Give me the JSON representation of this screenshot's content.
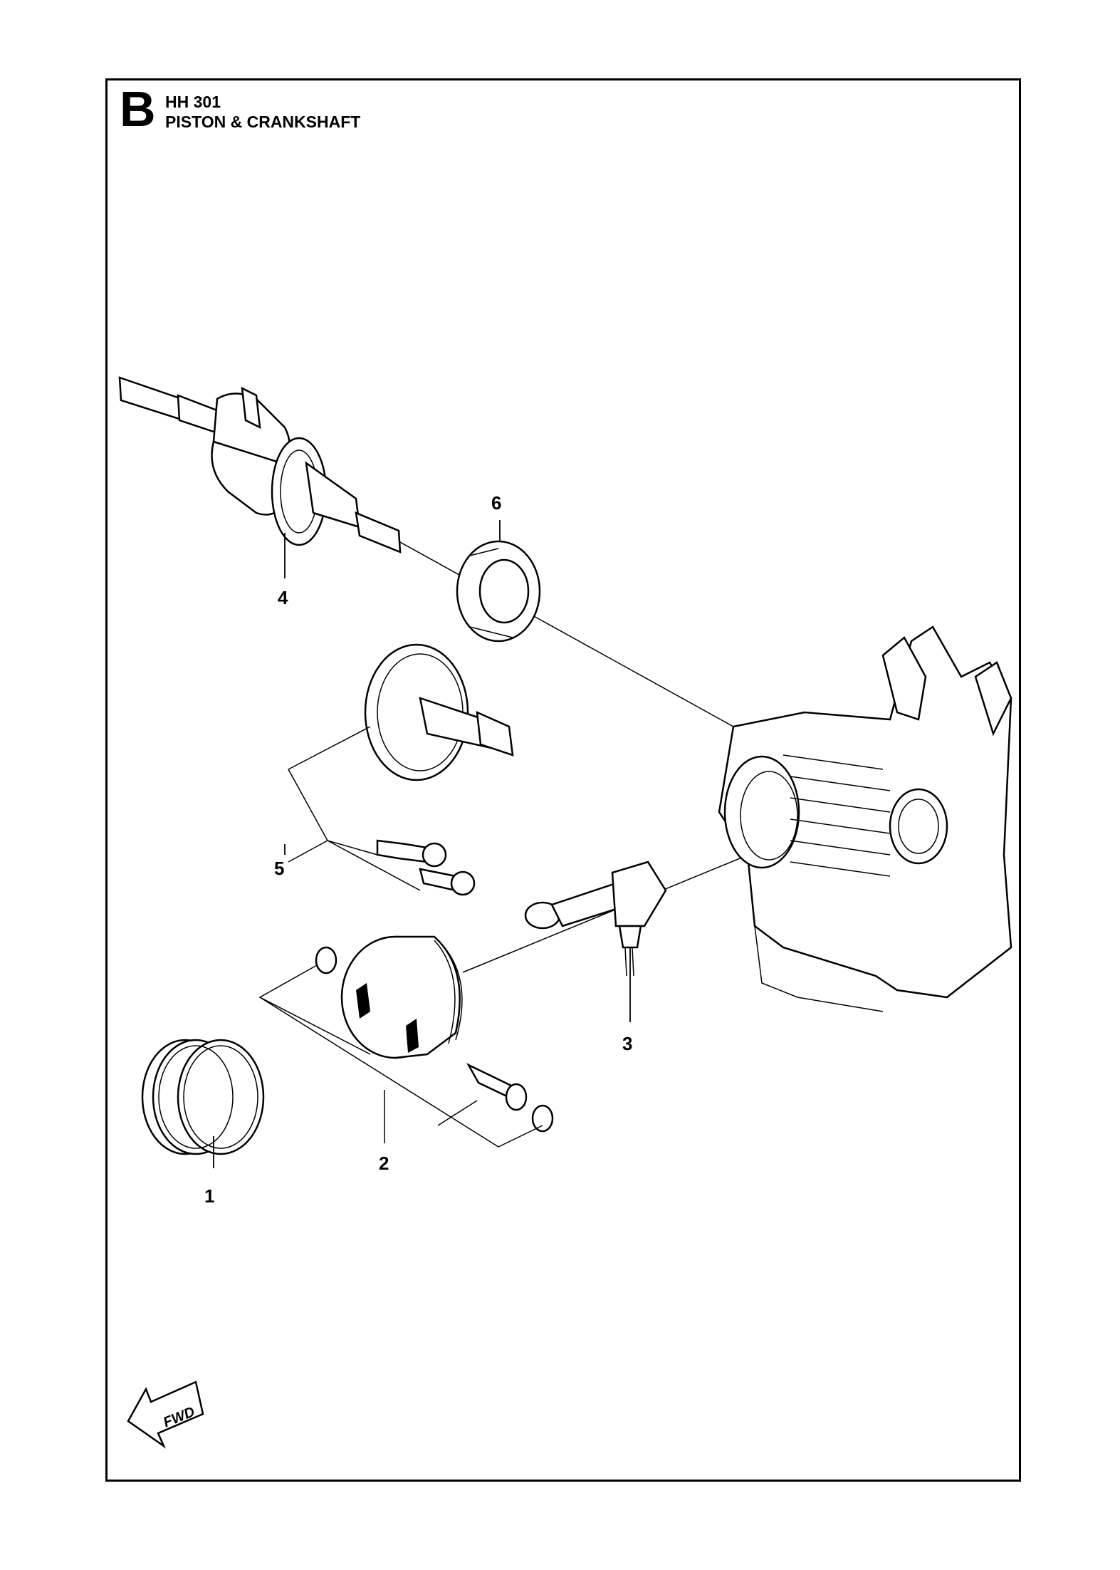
{
  "header": {
    "section_letter": "B",
    "model": "HH 301",
    "title": "PISTON & CRANKSHAFT"
  },
  "callouts": [
    "1",
    "2",
    "3",
    "4",
    "5",
    "6"
  ],
  "fwd_label": "FWD"
}
